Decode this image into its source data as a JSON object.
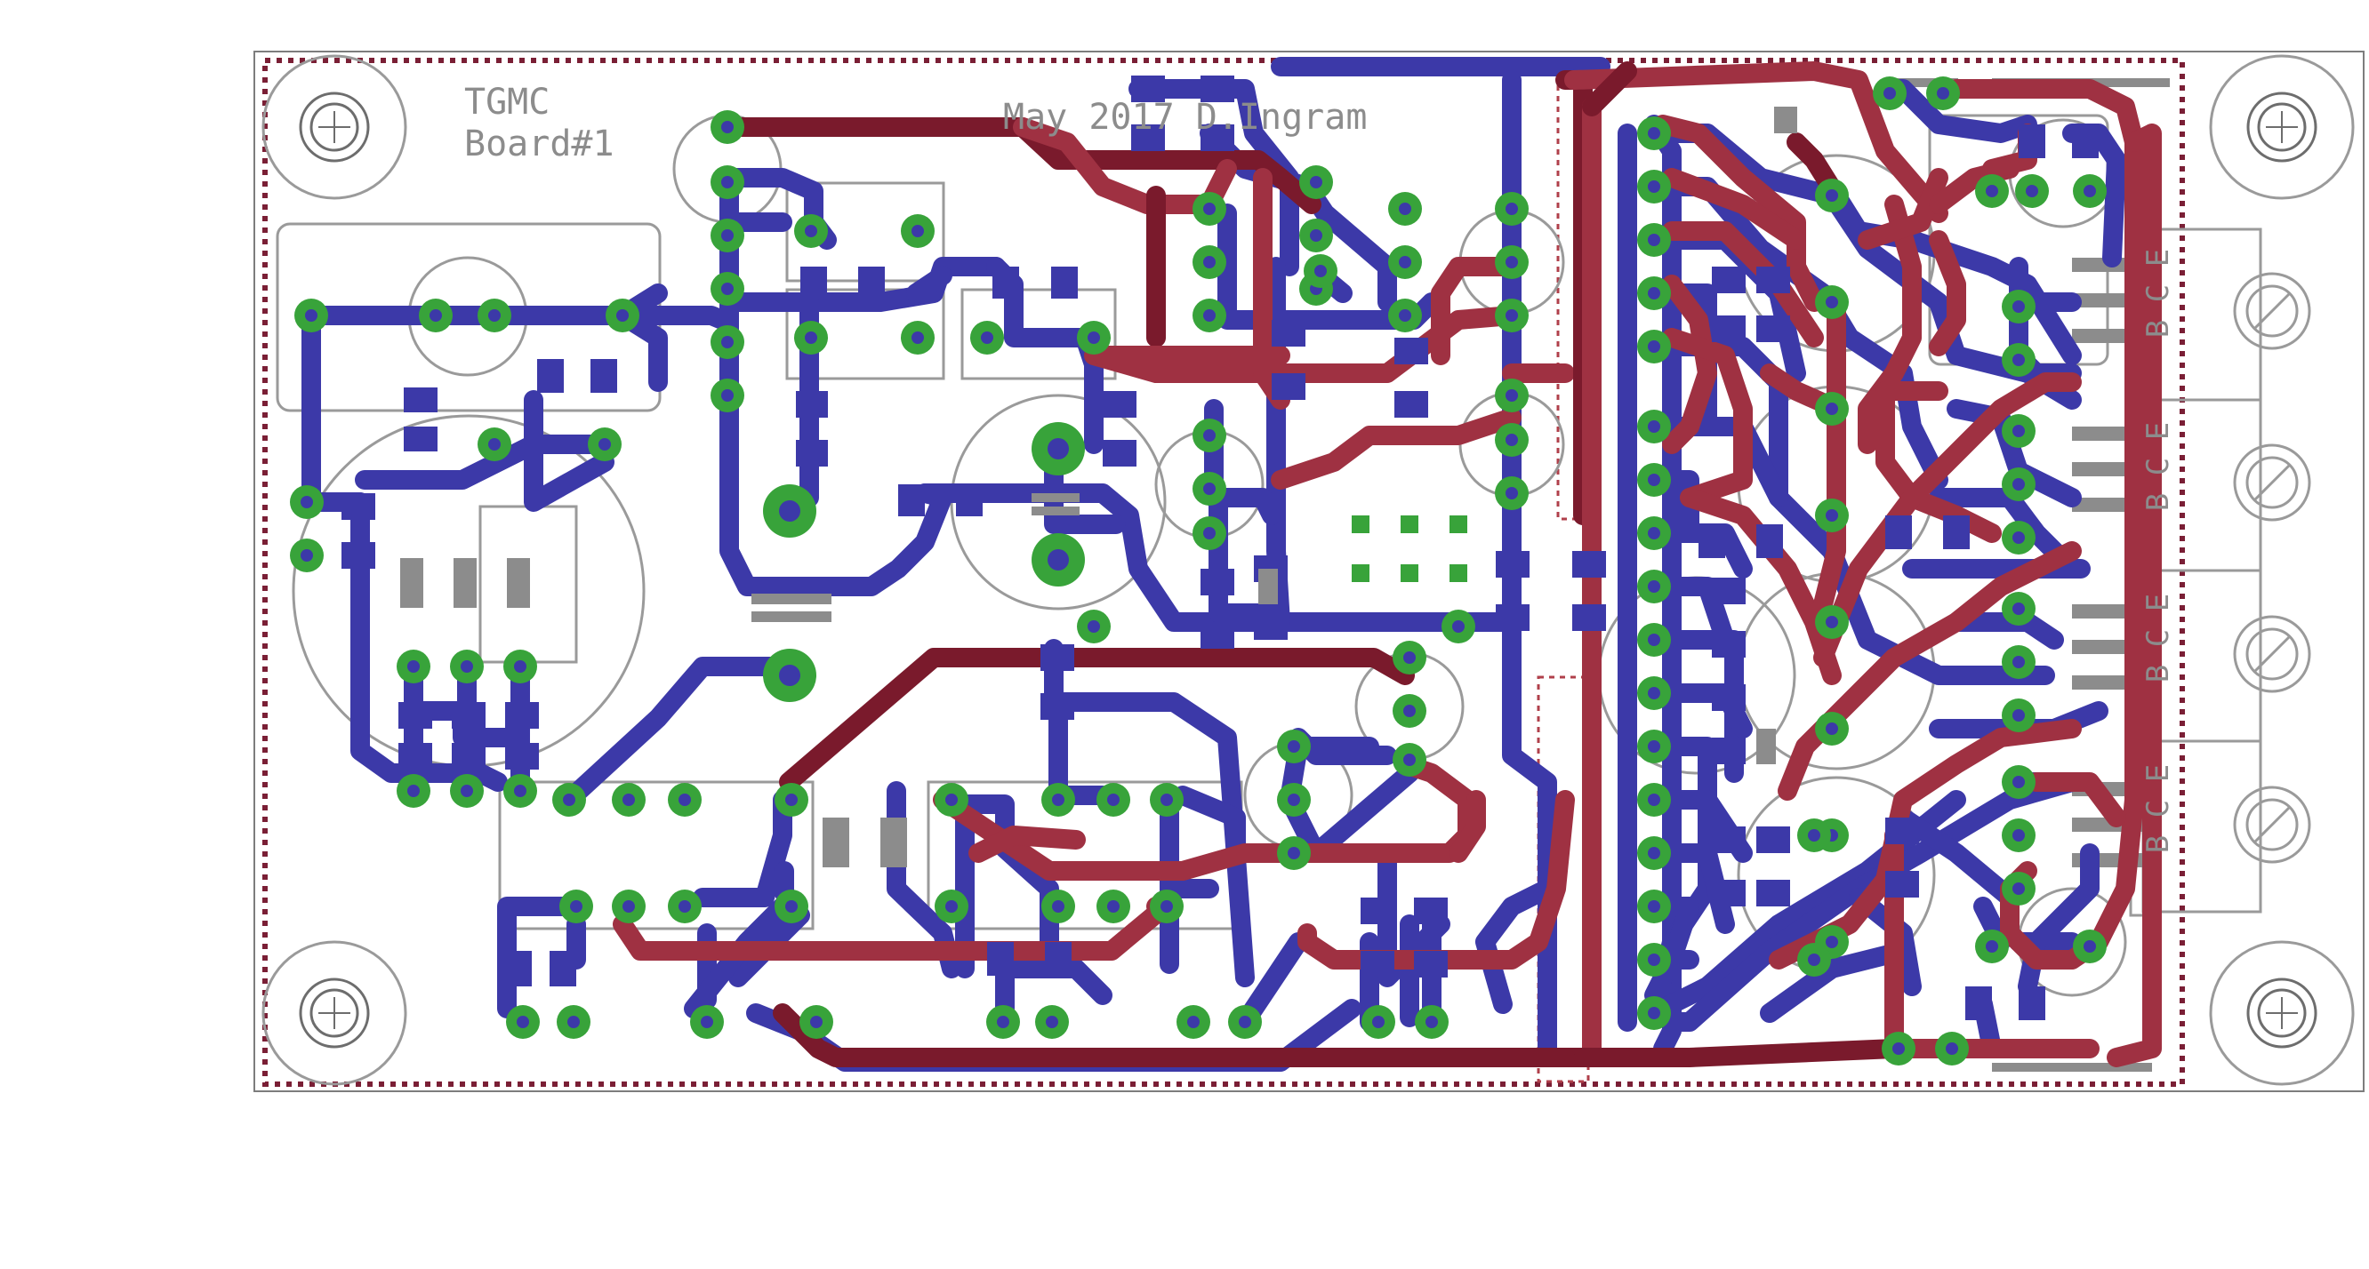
{
  "board": {
    "title_line1": "TGMC",
    "title_line2": "Board#1",
    "date_author": "May 2017 D.Ingram",
    "transistor_pins": [
      "B",
      "C",
      "E"
    ]
  },
  "colors": {
    "bottom_copper": "#3c39a8",
    "top_copper": "#8b1c2e",
    "pad": "#38a33a",
    "drill": "#3c39a8",
    "silkscreen": "#9a9a9a",
    "board_outline": "#7a1f35"
  }
}
